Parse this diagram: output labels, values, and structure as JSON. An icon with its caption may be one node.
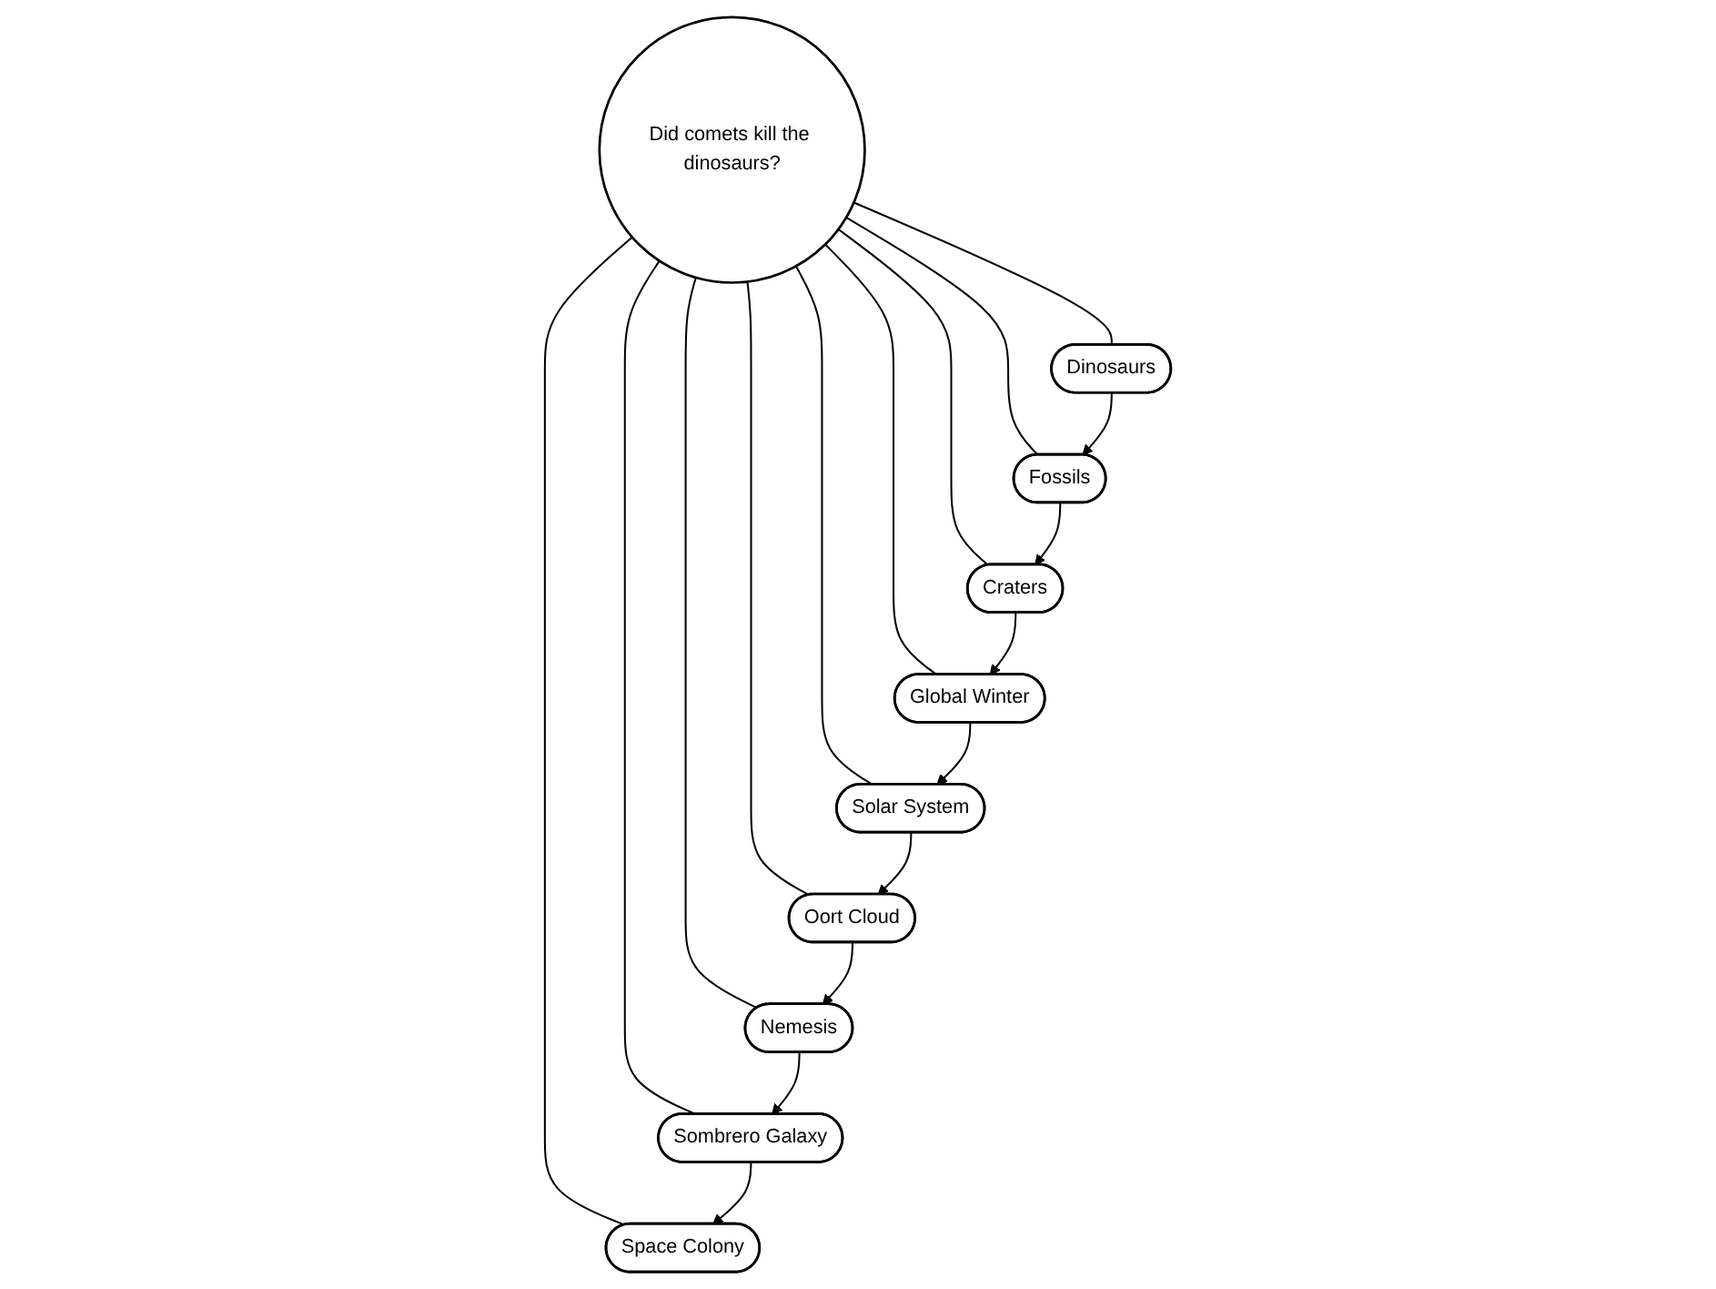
{
  "diagram": {
    "nodes": [
      {
        "text": [
          "Space Colony"
        ]
      },
      {
        "text": [
          "Dinosaurs"
        ]
      },
      {
        "text": [
          "Sombrero Galaxy"
        ]
      },
      {
        "text": [
          "Nemesis"
        ]
      },
      {
        "text": [
          "Fossils"
        ]
      },
      {
        "text": [
          "Did comets kill the dinosaurs?"
        ]
      },
      {
        "text": [
          "Oort Cloud"
        ]
      },
      {
        "text": [
          "Craters"
        ]
      },
      {
        "text": [
          "Solar System"
        ]
      },
      {
        "text": [
          "Global Winter"
        ]
      }
    ],
    "edges": [
      {
        "from": 5,
        "to": 0,
        "arrow": "none"
      },
      {
        "from": 5,
        "to": 1,
        "arrow": "none"
      },
      {
        "from": 5,
        "to": 2,
        "arrow": "none"
      },
      {
        "from": 5,
        "to": 3,
        "arrow": "none"
      },
      {
        "from": 5,
        "to": 4,
        "arrow": "none"
      },
      {
        "from": 5,
        "to": 6,
        "arrow": "none"
      },
      {
        "from": 5,
        "to": 7,
        "arrow": "none"
      },
      {
        "from": 5,
        "to": 8,
        "arrow": "none"
      },
      {
        "from": 5,
        "to": 9,
        "arrow": "none"
      },
      {
        "from": 1,
        "to": 4,
        "arrow": "to"
      },
      {
        "from": 4,
        "to": 7,
        "arrow": "to"
      },
      {
        "from": 7,
        "to": 9,
        "arrow": "to"
      },
      {
        "from": 9,
        "to": 8,
        "arrow": "to"
      },
      {
        "from": 8,
        "to": 6,
        "arrow": "to"
      },
      {
        "from": 6,
        "to": 3,
        "arrow": "to"
      },
      {
        "from": 3,
        "to": 2,
        "arrow": "to"
      },
      {
        "from": 2,
        "to": 0,
        "arrow": "to"
      }
    ]
  }
}
